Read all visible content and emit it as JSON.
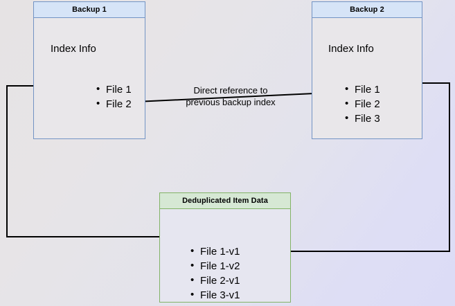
{
  "diagram": {
    "title_backup1": "Backup 1",
    "title_backup2": "Backup 2",
    "title_dedup": "Deduplicated Item Data",
    "index_info_label": "Index Info",
    "backup1_files": [
      "File 1",
      "File 2"
    ],
    "backup2_files": [
      "File 1",
      "File 2",
      "File 3"
    ],
    "dedup_items": [
      "File 1-v1",
      "File 1-v2",
      "File 2-v1",
      "File 3-v1"
    ],
    "edge_label_line1": "Direct reference to",
    "edge_label_line2": "previous backup index",
    "colors": {
      "blue_border": "#7293c4",
      "blue_header": "#d6e4f7",
      "green_border": "#82b366",
      "green_header": "#d6e8d4",
      "box_fill": "#e9e7ea",
      "arrow": "#000000"
    }
  }
}
